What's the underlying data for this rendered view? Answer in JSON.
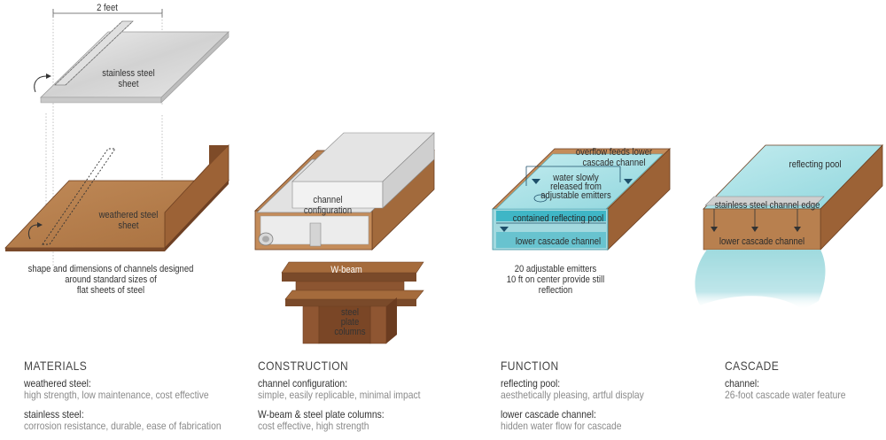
{
  "diagram": {
    "materials_fig": {
      "dimension_label": "2 feet",
      "stainless_label_1": "stainless steel",
      "stainless_label_2": "sheet",
      "weathered_label_1": "weathered steel",
      "weathered_label_2": "sheet",
      "caption_1": "shape and dimensions of channels designed",
      "caption_2": "around standard sizes of",
      "caption_3": "flat sheets of steel"
    },
    "construction_fig": {
      "channel_label_1": "channel",
      "channel_label_2": "configuration",
      "wbeam_label": "W-beam",
      "columns_label_1": "steel",
      "columns_label_2": "plate",
      "columns_label_3": "columns"
    },
    "function_fig": {
      "overflow_1": "overflow feeds lower",
      "overflow_2": "cascade channel",
      "water_1": "water slowly",
      "water_2": "released from",
      "water_3": "adjustable emitters",
      "contained_label": "contained reflecting pool",
      "lower_label": "lower cascade channel",
      "caption_1": "20 adjustable emitters",
      "caption_2": "10 ft on center provide still",
      "caption_3": "reflection"
    },
    "cascade_fig": {
      "reflecting_label": "reflecting pool",
      "edge_label": "stainless steel channel edge",
      "lower_label": "lower cascade channel"
    }
  },
  "columns": [
    {
      "heading": "MATERIALS",
      "items": [
        {
          "title": "weathered steel:",
          "desc": "high strength, low maintenance, cost effective"
        },
        {
          "title": "stainless steel:",
          "desc": "corrosion resistance, durable, ease of fabrication"
        }
      ]
    },
    {
      "heading": "CONSTRUCTION",
      "items": [
        {
          "title": "channel configuration:",
          "desc": "simple, easily replicable, minimal impact"
        },
        {
          "title": "W-beam & steel plate columns:",
          "desc": "cost effective, high strength"
        }
      ]
    },
    {
      "heading": "FUNCTION",
      "items": [
        {
          "title": "reflecting pool:",
          "desc": "aesthetically pleasing, artful display"
        },
        {
          "title": "lower cascade channel:",
          "desc": "hidden water flow for cascade"
        }
      ]
    },
    {
      "heading": "CASCADE",
      "items": [
        {
          "title": "channel:",
          "desc": "26-foot cascade water feature"
        }
      ]
    }
  ],
  "colors": {
    "weathered_top": "#b8804f",
    "weathered_side": "#8f5a34",
    "weathered_dark": "#7a4a2a",
    "stainless": "#dcdcdc",
    "stainless_dark": "#b8b8b8",
    "water": "#a8dde3",
    "water_dark": "#3aaec0",
    "cascade": "#8fd3d8"
  }
}
